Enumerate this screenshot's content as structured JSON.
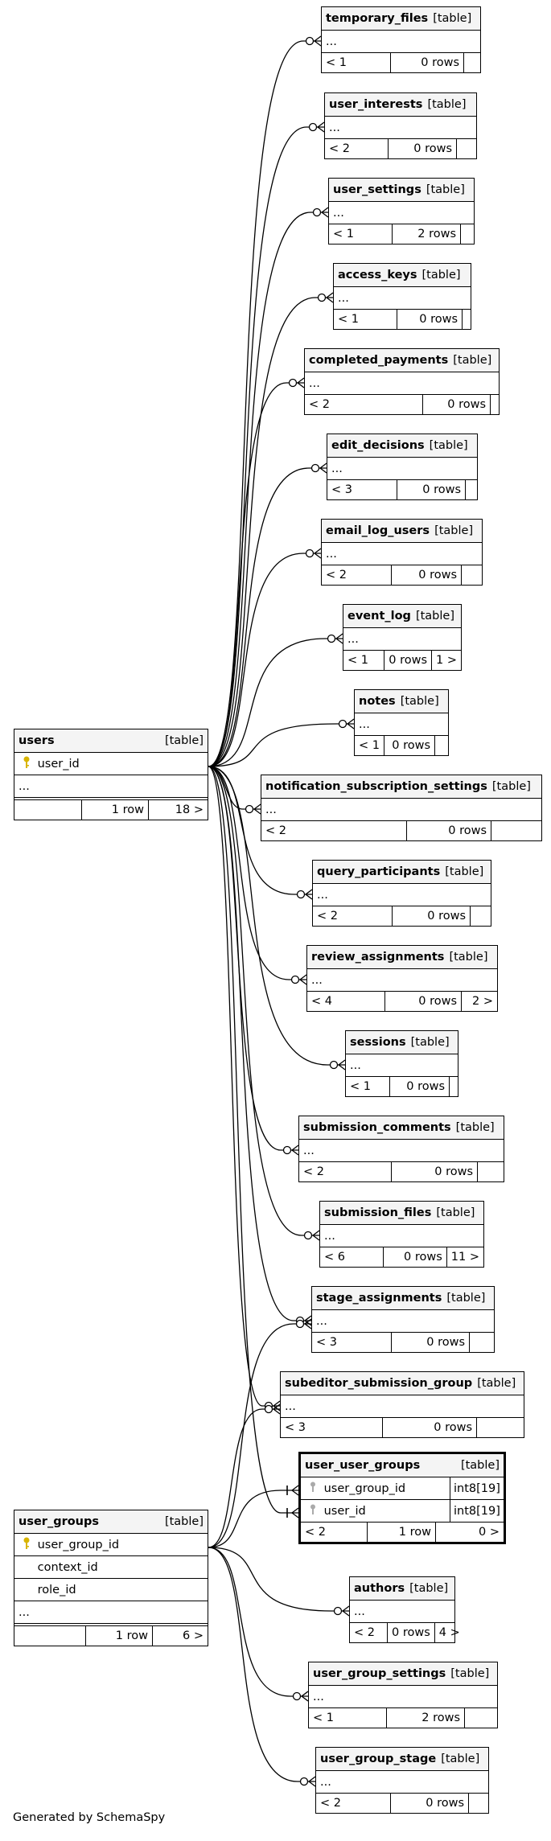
{
  "generated_by": "Generated by SchemaSpy",
  "type_label": "[table]",
  "ellipsis": "...",
  "users": {
    "name": "users",
    "columns": [
      {
        "name": "user_id",
        "key": "primary-key"
      }
    ],
    "footer": [
      "",
      "1 row",
      "18 >"
    ]
  },
  "user_groups": {
    "name": "user_groups",
    "columns": [
      {
        "name": "user_group_id",
        "key": "primary-key"
      },
      {
        "name": "context_id",
        "key": ""
      },
      {
        "name": "role_id",
        "key": ""
      }
    ],
    "footer": [
      "",
      "1 row",
      "6 >"
    ]
  },
  "user_user_groups": {
    "name": "user_user_groups",
    "columns": [
      {
        "name": "user_group_id",
        "type": "int8[19]",
        "key": "foreign-key"
      },
      {
        "name": "user_id",
        "type": "int8[19]",
        "key": "foreign-key"
      }
    ],
    "footer": [
      "< 2",
      "1 row",
      "0 >"
    ]
  },
  "tables": [
    {
      "name": "temporary_files",
      "footer": [
        "< 1",
        "0 rows",
        ""
      ]
    },
    {
      "name": "user_interests",
      "footer": [
        "< 2",
        "0 rows",
        ""
      ]
    },
    {
      "name": "user_settings",
      "footer": [
        "< 1",
        "2 rows",
        ""
      ]
    },
    {
      "name": "access_keys",
      "footer": [
        "< 1",
        "0 rows",
        ""
      ]
    },
    {
      "name": "completed_payments",
      "footer": [
        "< 2",
        "0 rows",
        ""
      ]
    },
    {
      "name": "edit_decisions",
      "footer": [
        "< 3",
        "0 rows",
        ""
      ]
    },
    {
      "name": "email_log_users",
      "footer": [
        "< 2",
        "0 rows",
        ""
      ]
    },
    {
      "name": "event_log",
      "footer": [
        "< 1",
        "0 rows",
        "1 >"
      ]
    },
    {
      "name": "notes",
      "footer": [
        "< 1",
        "0 rows",
        ""
      ]
    },
    {
      "name": "notification_subscription_settings",
      "footer": [
        "< 2",
        "0 rows",
        ""
      ]
    },
    {
      "name": "query_participants",
      "footer": [
        "< 2",
        "0 rows",
        ""
      ]
    },
    {
      "name": "review_assignments",
      "footer": [
        "< 4",
        "0 rows",
        "2 >"
      ]
    },
    {
      "name": "sessions",
      "footer": [
        "< 1",
        "0 rows",
        ""
      ]
    },
    {
      "name": "submission_comments",
      "footer": [
        "< 2",
        "0 rows",
        ""
      ]
    },
    {
      "name": "submission_files",
      "footer": [
        "< 6",
        "0 rows",
        "11 >"
      ]
    },
    {
      "name": "stage_assignments",
      "footer": [
        "< 3",
        "0 rows",
        ""
      ]
    },
    {
      "name": "subeditor_submission_group",
      "footer": [
        "< 3",
        "0 rows",
        ""
      ]
    },
    {
      "name": "authors",
      "footer": [
        "< 2",
        "0 rows",
        "4 >"
      ]
    },
    {
      "name": "user_group_settings",
      "footer": [
        "< 1",
        "2 rows",
        ""
      ]
    },
    {
      "name": "user_group_stage",
      "footer": [
        "< 2",
        "0 rows",
        ""
      ]
    }
  ]
}
